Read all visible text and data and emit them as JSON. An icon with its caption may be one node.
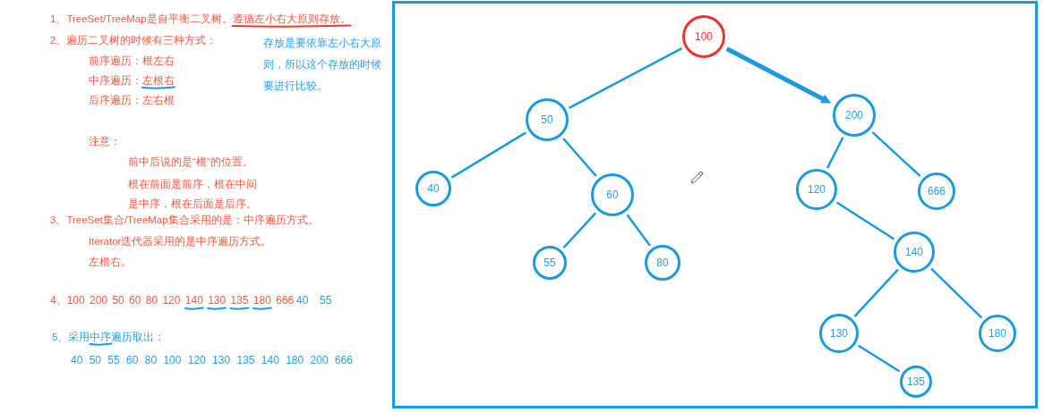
{
  "diagram": {
    "nodes": [
      {
        "text": [],
        "shape": "box"
      },
      {
        "text": [
          "100"
        ],
        "in": 0
      },
      {
        "text": [
          "50"
        ],
        "in": 0
      },
      {
        "text": [
          "200"
        ],
        "in": 0
      },
      {
        "text": [
          "40"
        ],
        "in": 0
      },
      {
        "text": [
          "60"
        ],
        "in": 0
      },
      {
        "text": [
          "120"
        ],
        "in": 0
      },
      {
        "text": [
          "666"
        ],
        "in": 0
      },
      {
        "text": [
          "55"
        ],
        "in": 0
      },
      {
        "text": [
          "80"
        ],
        "in": 0
      },
      {
        "text": [
          "140"
        ],
        "in": 0
      },
      {
        "text": [
          "130"
        ],
        "in": 0
      },
      {
        "text": [
          "180"
        ],
        "in": 0
      },
      {
        "text": [
          "135"
        ],
        "in": 0
      }
    ],
    "edges": [
      {
        "from": 1,
        "to": 2,
        "arrow": "none"
      },
      {
        "from": 1,
        "to": 3,
        "arrow": "to",
        "style": "thick"
      },
      {
        "from": 2,
        "to": 4,
        "arrow": "none"
      },
      {
        "from": 2,
        "to": 5,
        "arrow": "none"
      },
      {
        "from": 3,
        "to": 6,
        "arrow": "none"
      },
      {
        "from": 3,
        "to": 7,
        "arrow": "none"
      },
      {
        "from": 5,
        "to": 8,
        "arrow": "none"
      },
      {
        "from": 5,
        "to": 9,
        "arrow": "none"
      },
      {
        "from": 6,
        "to": 10,
        "arrow": "none"
      },
      {
        "from": 10,
        "to": 11,
        "arrow": "none"
      },
      {
        "from": 10,
        "to": 12,
        "arrow": "none"
      },
      {
        "from": 11,
        "to": 13,
        "arrow": "none"
      }
    ],
    "labels": [
      "1、TreeSet/TreeMap是自平衡二叉树。遵循左小右大原则存放。",
      "2、遍历二叉树的时候有三种方式：",
      "存放是要依靠左小右大原则，所以这个存放的时候要进行比较。",
      "前序遍历：根左右",
      "中序遍历：左根右",
      "后序遍历：左右根",
      "注意：",
      "前中后说的是“根”的位置。",
      "根在前面是前序，根在中间是中序，根在后面是后序。",
      "3、TreeSet集合/TreeMap集合采用的是：中序遍历方式。",
      "Iterator迭代器采用的是中序遍历方式。",
      "左根右。",
      "4、100 200 50 60 80 120 140 130 135 180 666",
      "40",
      "55",
      "5、采用中序遍历取出：",
      "40 50 55 60 80 100 120 130 135 140 180 200 666"
    ]
  }
}
